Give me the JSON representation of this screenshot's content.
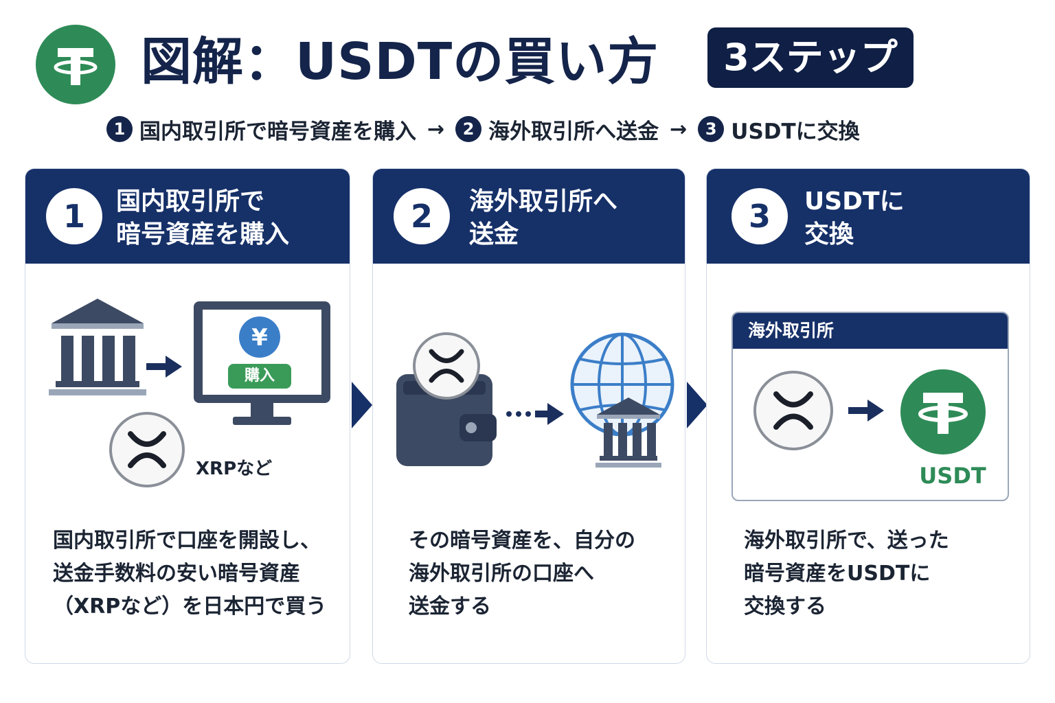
{
  "header": {
    "logo_icon": "tether-icon",
    "title": "図解：USDTの買い方",
    "badge": "3ステップ"
  },
  "flow": [
    {
      "num": "1",
      "label": "国内取引所で暗号資産を購入"
    },
    {
      "num": "2",
      "label": "海外取引所へ送金"
    },
    {
      "num": "3",
      "label": "USDTに交換"
    }
  ],
  "flow_arrow": "→",
  "steps": [
    {
      "num": "1",
      "title_lines": [
        "国内取引所で",
        "暗号資産を購入"
      ],
      "illustration": {
        "icons": [
          "bank-icon",
          "arrow-right-icon",
          "monitor-icon",
          "yen-coin-icon",
          "xrp-coin-icon"
        ],
        "buy_label": "購入",
        "coin_label": "XRPなど",
        "yen": "¥"
      },
      "desc_lines": [
        "国内取引所で口座を開設し、",
        "送金手数料の安い暗号資産",
        "（XRPなど）を日本円で買う"
      ]
    },
    {
      "num": "2",
      "title_lines": [
        "海外取引所へ",
        "送金"
      ],
      "illustration": {
        "icons": [
          "wallet-icon",
          "xrp-coin-icon",
          "dotted-arrow-icon",
          "globe-icon",
          "bank-icon"
        ]
      },
      "desc_lines": [
        "その暗号資産を、自分の",
        "海外取引所の口座へ",
        "送金する"
      ]
    },
    {
      "num": "3",
      "title_lines": [
        "USDTに",
        "交換"
      ],
      "illustration": {
        "icons": [
          "xrp-coin-icon",
          "arrow-right-icon",
          "tether-icon"
        ],
        "box_title": "海外取引所",
        "token_label": "USDT"
      },
      "desc_lines": [
        "海外取引所で、送った",
        "暗号資産をUSDTに",
        "交換する"
      ]
    }
  ],
  "colors": {
    "navy": "#163068",
    "dark_navy": "#0f1f45",
    "tether_green": "#2e8b57",
    "slate": "#3d4a63"
  }
}
